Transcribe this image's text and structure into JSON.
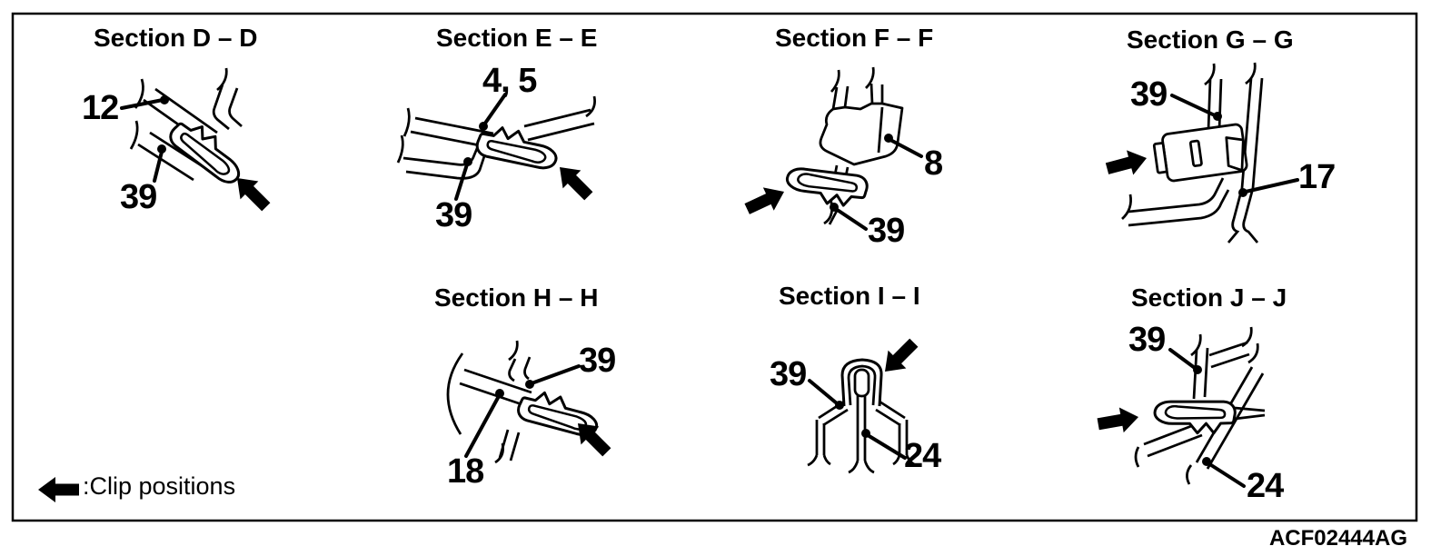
{
  "figure": {
    "code": "ACF02444AG",
    "legend": {
      "icon": "clip-position-arrow-icon",
      "label": ":Clip positions"
    },
    "colors": {
      "line": "#000000",
      "background": "#ffffff"
    },
    "sections": {
      "d": {
        "title": "Section D – D",
        "callout_1": "12",
        "callout_2": "39"
      },
      "e": {
        "title": "Section E – E",
        "callout_1": "4, 5",
        "callout_2": "39"
      },
      "f": {
        "title": "Section F – F",
        "callout_1": "8",
        "callout_2": "39"
      },
      "g": {
        "title": "Section G – G",
        "callout_1": "39",
        "callout_2": "17"
      },
      "h": {
        "title": "Section H – H",
        "callout_1": "39",
        "callout_2": "18"
      },
      "i": {
        "title": "Section I – I",
        "callout_1": "39",
        "callout_2": "24"
      },
      "j": {
        "title": "Section J – J",
        "callout_1": "39",
        "callout_2": "24"
      }
    }
  }
}
